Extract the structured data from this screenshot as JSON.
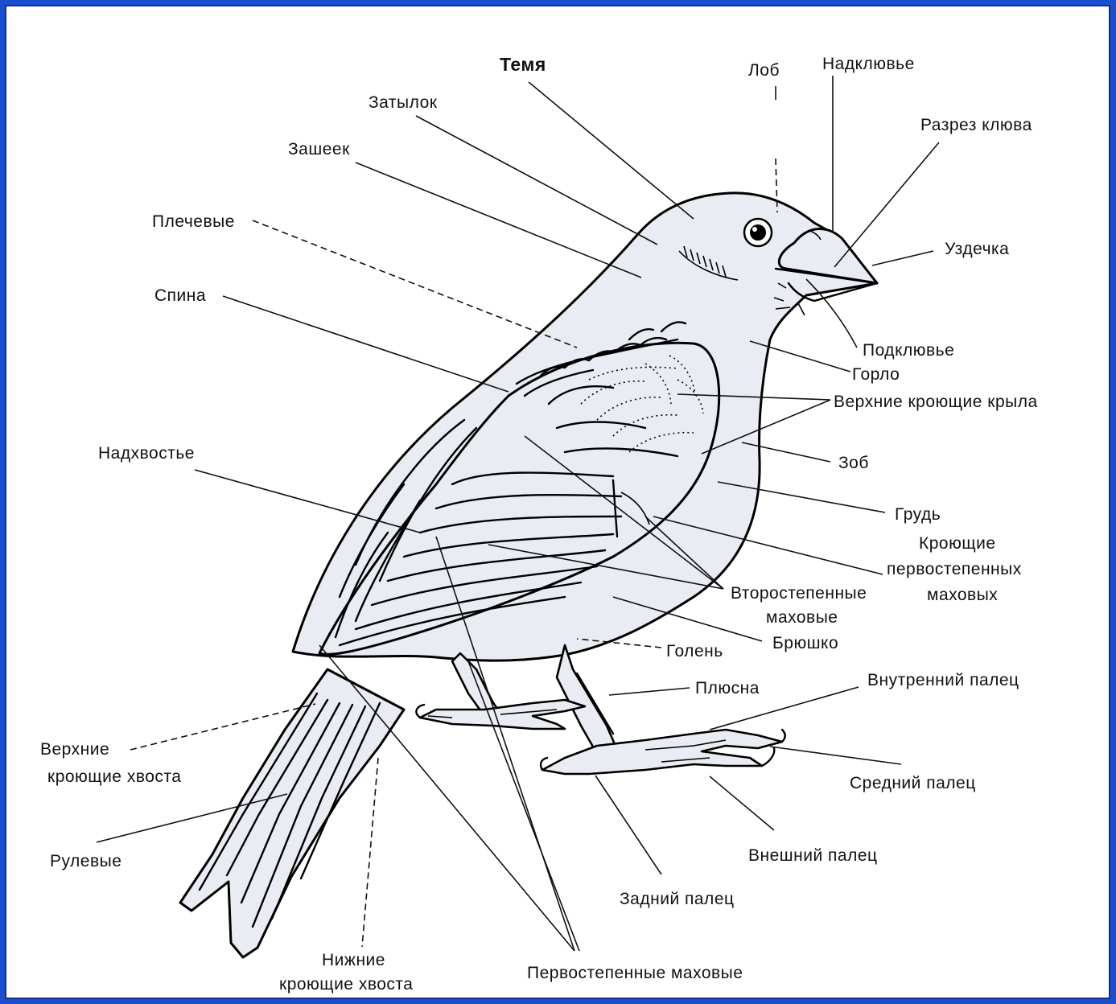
{
  "diagram": {
    "labels": {
      "temya": "Темя",
      "lob": "Лоб",
      "nadklyuve": "Надклювье",
      "zatylok": "Затылок",
      "razrez_klyuva": "Разрез клюва",
      "zasheek": "Зашеек",
      "plechevye": "Плечевые",
      "uzdechka": "Уздечка",
      "spina": "Спина",
      "podklyuve": "Подклювье",
      "gorlo": "Горло",
      "verkhnie_kroyushchie_kryla": "Верхние кроющие крыла",
      "nadkhvoste": "Надхвостье",
      "zob": "Зоб",
      "grud": "Грудь",
      "kroyushchie_line1": "Кроющие",
      "kroyushchie_line2": "первостепенных",
      "kroyushchie_line3": "маховых",
      "vtorostepennye_line1": "Второстепенные",
      "vtorostepennye_line2": "маховые",
      "bryushko": "Брюшко",
      "golen": "Голень",
      "plyusna": "Плюсна",
      "vnutrenniy_palets": "Внутренний палец",
      "verkhnie_kroyushchie_khvosta_line1": "Верхние",
      "verkhnie_kroyushchie_khvosta_line2": "кроющие хвоста",
      "sredniy_palets": "Средний палец",
      "rulevye": "Рулевые",
      "vneshniy_palets": "Внешний палец",
      "zadniy_palets": "Задний палец",
      "nizhnie_kroyushchie_line1": "Нижние",
      "nizhnie_kroyushchie_line2": "кроющие хвоста",
      "pervostepennye_makhovye": "Первостепенные маховые"
    }
  }
}
